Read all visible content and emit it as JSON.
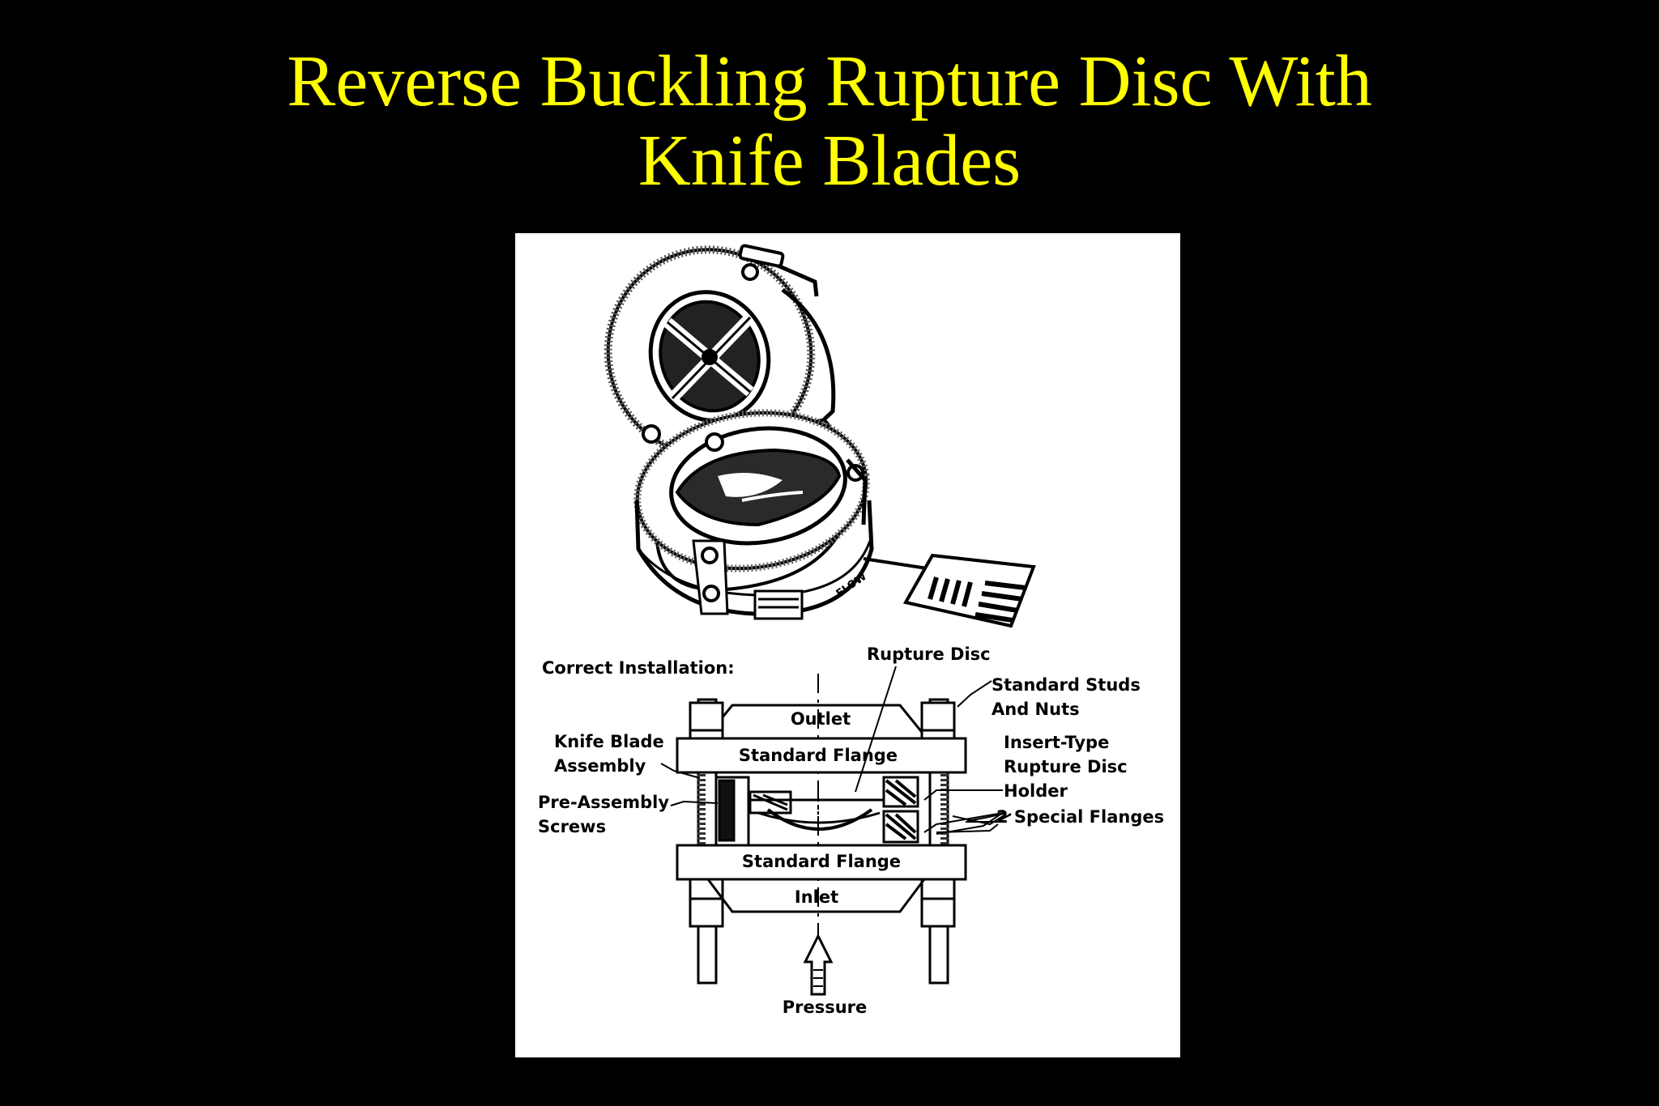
{
  "slide": {
    "title_line1": "Reverse Buckling Rupture Disc With",
    "title_line2": "Knife Blades"
  },
  "diagram": {
    "tag_text": "FLOW",
    "labels": {
      "correct_installation": "Correct Installation:",
      "rupture_disc": "Rupture Disc",
      "standard_studs_1": "Standard Studs",
      "standard_studs_2": "And Nuts",
      "outlet": "Outlet",
      "knife_blade_1": "Knife Blade",
      "knife_blade_2": "Assembly",
      "standard_flange_top": "Standard Flange",
      "insert_type_1": "Insert-Type",
      "insert_type_2": "Rupture Disc",
      "insert_type_3": "Holder",
      "pre_assembly_1": "Pre-Assembly",
      "pre_assembly_2": "Screws",
      "special_flanges": "2 Special Flanges",
      "standard_flange_bottom": "Standard Flange",
      "inlet": "Inlet",
      "pressure": "Pressure"
    }
  },
  "colors": {
    "background": "#000000",
    "title": "#FFFF00",
    "panel": "#FFFFFF",
    "ink": "#000000"
  }
}
